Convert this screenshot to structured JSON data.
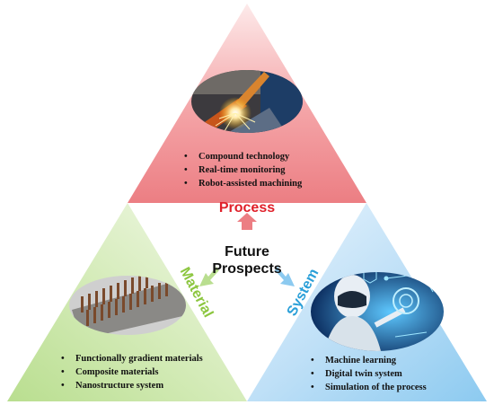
{
  "center": {
    "line1": "Future",
    "line2": "Prospects"
  },
  "process": {
    "label": "Process",
    "color": "#e0202a",
    "items": [
      "Compound technology",
      "Real-time monitoring",
      "Robot-assisted machining"
    ],
    "image": "robotic-welding-photo"
  },
  "material": {
    "label": "Material",
    "color": "#8cc63f",
    "items": [
      "Functionally gradient materials",
      "Composite materials",
      "Nanostructure system"
    ],
    "image": "microstructure-array-photo"
  },
  "system": {
    "label": "System",
    "color": "#2a9fd8",
    "items": [
      "Machine learning",
      "Digital twin system",
      "Simulation of the process"
    ],
    "image": "ai-robot-illustration"
  }
}
